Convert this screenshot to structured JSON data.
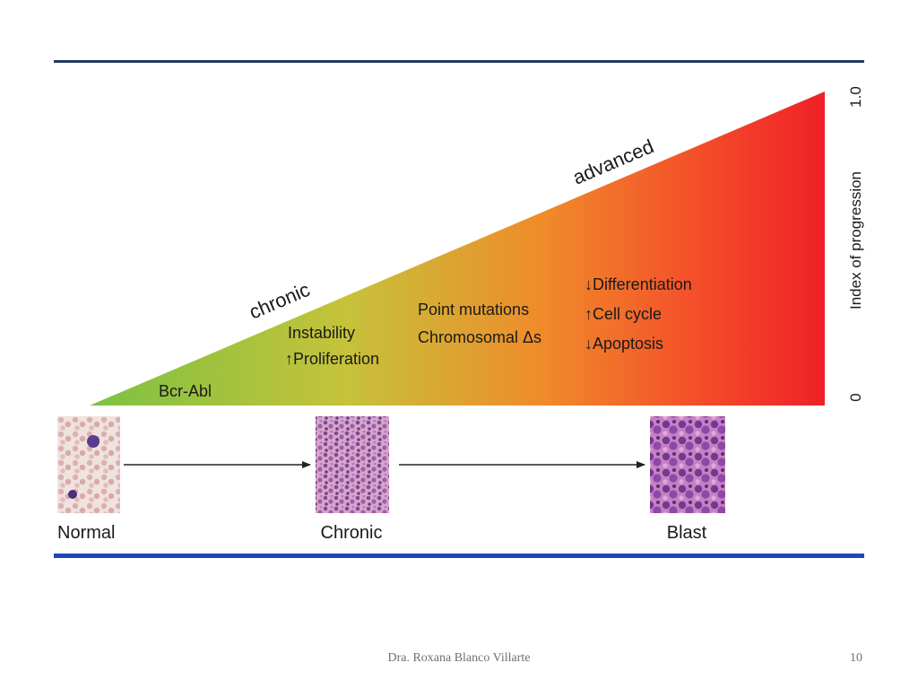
{
  "footer": {
    "author": "Dra. Roxana Blanco Villarte",
    "page_number": "10"
  },
  "diagram": {
    "phase_labels": [
      "chronic",
      "advanced"
    ],
    "features": {
      "bcr_abl": "Bcr-Abl",
      "instability": "Instability",
      "proliferation": "↑Proliferation",
      "point_mutations": "Point mutations",
      "chromosomal": "Chromosomal Δs",
      "differentiation": "↓Differentiation",
      "cell_cycle": "↑Cell cycle",
      "apoptosis": "↓Apoptosis"
    },
    "axis": {
      "label": "Index of progression",
      "min_label": "0",
      "max_label": "1.0"
    },
    "gradient_colors": [
      "#7cc242",
      "#c6c23a",
      "#f08a2a",
      "#f4502a",
      "#ee2028"
    ],
    "stages": [
      "Normal",
      "Chronic",
      "Blast"
    ]
  }
}
